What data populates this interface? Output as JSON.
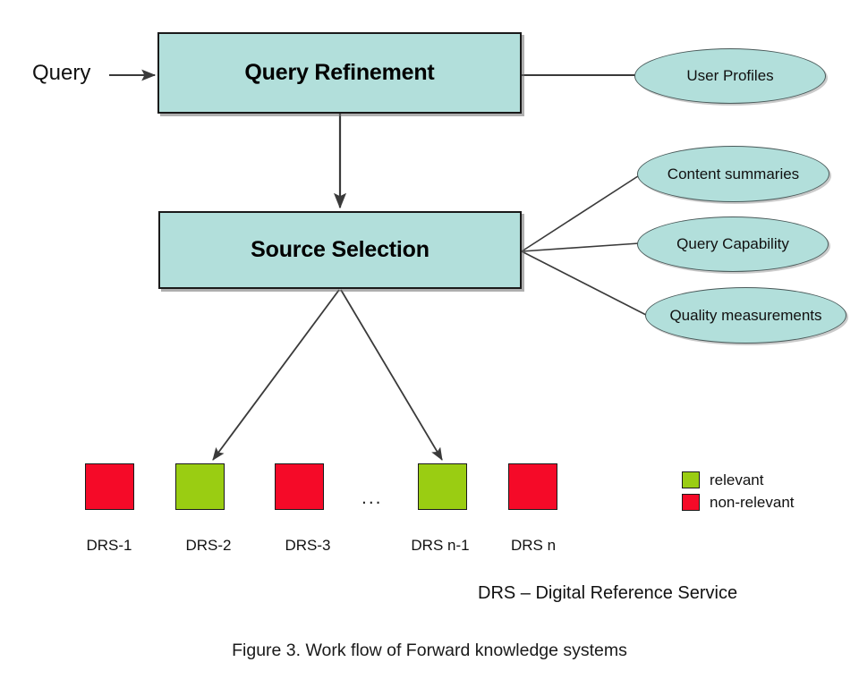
{
  "figure": {
    "caption": "Figure 3. Work flow of Forward knowledge systems",
    "footnote": "DRS – Digital Reference Service"
  },
  "colors": {
    "node_fill": "#b2dfdb",
    "node_stroke": "#1a1a1a",
    "relevant": "#9acd12",
    "non_relevant": "#f50a28",
    "line": "#3a3a3a"
  },
  "input": {
    "label": "Query"
  },
  "process_nodes": [
    {
      "id": "query-refinement",
      "label": "Query Refinement"
    },
    {
      "id": "source-selection",
      "label": "Source Selection"
    }
  ],
  "resource_nodes": [
    {
      "id": "user-profiles",
      "label": "User Profiles"
    },
    {
      "id": "content-summaries",
      "label": "Content summaries"
    },
    {
      "id": "query-capability",
      "label": "Query Capability"
    },
    {
      "id": "quality-measurements",
      "label": "Quality measurements"
    }
  ],
  "drs_items": [
    {
      "label": "DRS-1",
      "state": "non-relevant",
      "selected": false
    },
    {
      "label": "DRS-2",
      "state": "relevant",
      "selected": true
    },
    {
      "label": "DRS-3",
      "state": "non-relevant",
      "selected": false
    },
    {
      "label": "DRS n-1",
      "state": "relevant",
      "selected": true
    },
    {
      "label": "DRS n",
      "state": "non-relevant",
      "selected": false
    }
  ],
  "ellipsis": "...",
  "legend": {
    "items": [
      {
        "label": "relevant",
        "color": "#9acd12"
      },
      {
        "label": "non-relevant",
        "color": "#f50a28"
      }
    ]
  }
}
